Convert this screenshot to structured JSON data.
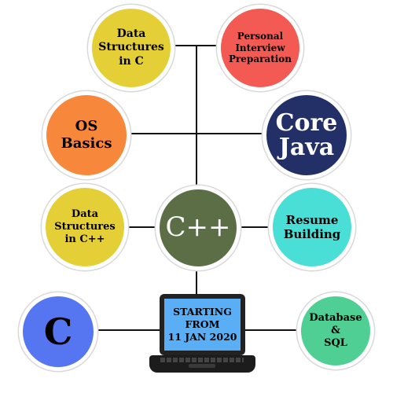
{
  "nodes": {
    "ds_c": "Data\nStructures\nin C",
    "personal_interview": "Personal\nInterview\nPreparation",
    "os_basics": "OS\nBasics",
    "core_java": "Core\nJava",
    "ds_cpp": "Data\nStructures\nin C++",
    "cpp": "C++",
    "resume": "Resume\nBuilding",
    "c": "C",
    "database": "Database\n&\nSQL"
  },
  "laptop": {
    "text": "STARTING\nFROM\n11 JAN 2020"
  },
  "colors": {
    "yellow": "#e5cf37",
    "red": "#f45a54",
    "orange": "#f7873b",
    "navy": "#233067",
    "olive": "#5c6e46",
    "cyan": "#49ded6",
    "blue": "#5676f1",
    "green": "#4fcf94",
    "screen": "#5aaef5"
  }
}
